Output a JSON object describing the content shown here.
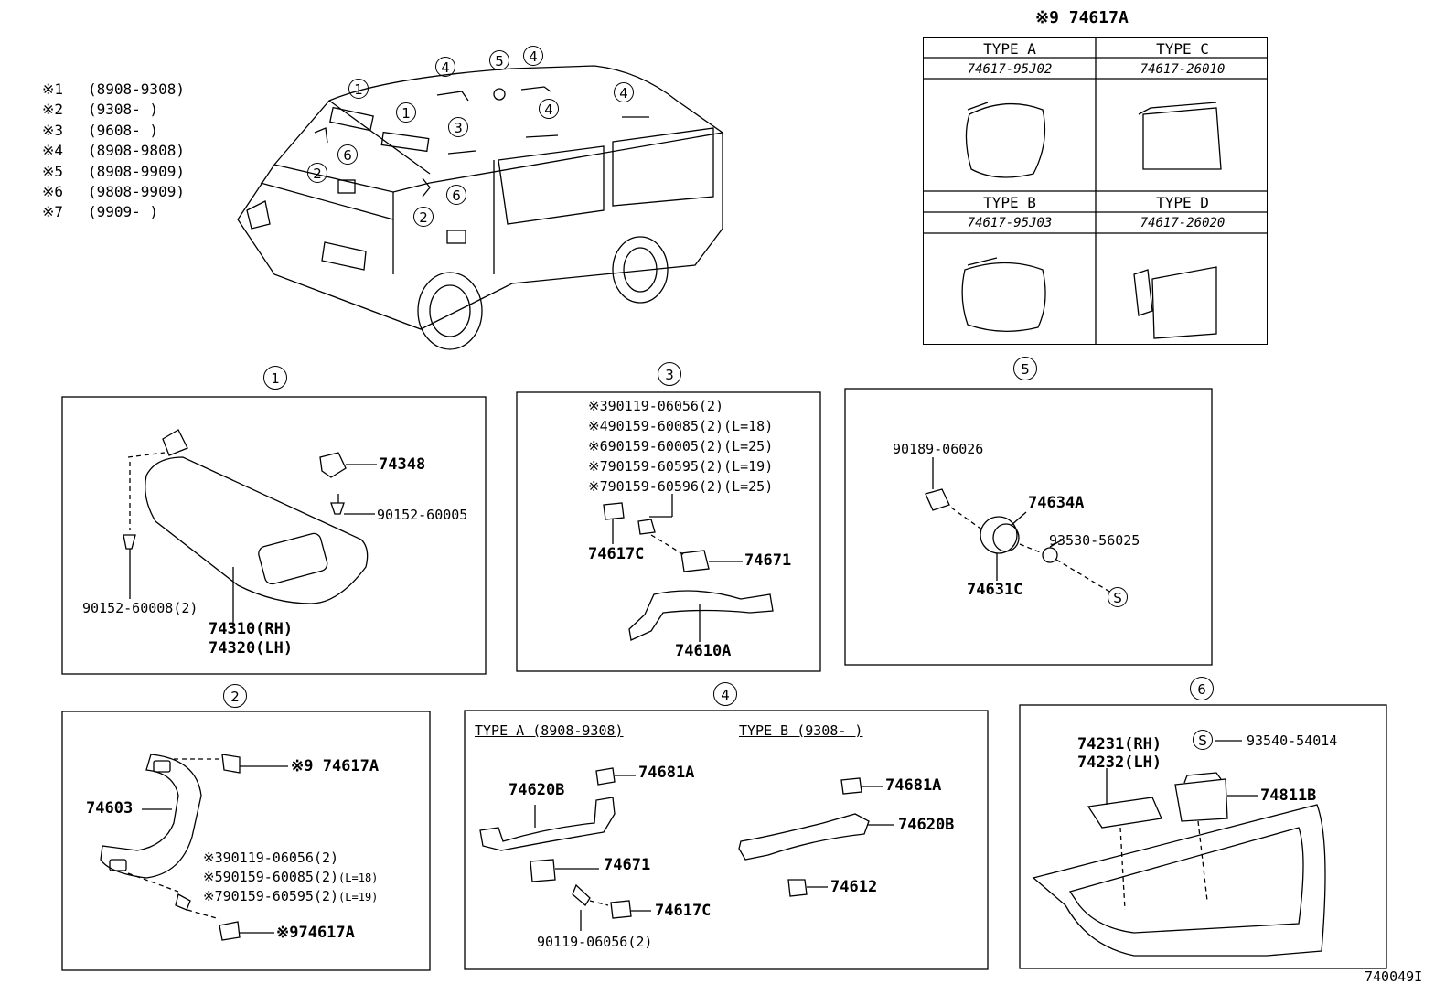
{
  "legend": [
    {
      "mark": "※1",
      "range": "(8908-9308)"
    },
    {
      "mark": "※2",
      "range": "(9308-     )"
    },
    {
      "mark": "※3",
      "range": "(9608-     )"
    },
    {
      "mark": "※4",
      "range": "(8908-9808)"
    },
    {
      "mark": "※5",
      "range": "(8908-9909)"
    },
    {
      "mark": "※6",
      "range": "(9808-9909)"
    },
    {
      "mark": "※7",
      "range": "(9909-     )"
    }
  ],
  "van_callouts": [
    "1",
    "1",
    "2",
    "2",
    "3",
    "4",
    "4",
    "4",
    "4",
    "5",
    "6",
    "6"
  ],
  "type_table": {
    "title": "※9 74617A",
    "cells": [
      {
        "type": "TYPE A",
        "part": "74617-95J02"
      },
      {
        "type": "TYPE C",
        "part": "74617-26010"
      },
      {
        "type": "TYPE B",
        "part": "74617-95J03"
      },
      {
        "type": "TYPE D",
        "part": "74617-26020"
      }
    ]
  },
  "sections": {
    "s1": {
      "num": "1",
      "labels": {
        "a": "74348",
        "b": "90152-60005",
        "c": "90152-60008(2)",
        "d": "74310(RH)",
        "e": "74320(LH)"
      }
    },
    "s3": {
      "num": "3",
      "lines": [
        {
          "mark": "※3",
          "part": "90119-06056(2)",
          "note": ""
        },
        {
          "mark": "※4",
          "part": "90159-60085(2)",
          "note": "(L=18)"
        },
        {
          "mark": "※6",
          "part": "90159-60005(2)",
          "note": "(L=25)"
        },
        {
          "mark": "※7",
          "part": "90159-60595(2)",
          "note": "(L=19)"
        },
        {
          "mark": "※7",
          "part": "90159-60596(2)",
          "note": "(L=25)"
        }
      ],
      "labels": {
        "a": "74617C",
        "b": "74671",
        "c": "74610A"
      }
    },
    "s5": {
      "num": "5",
      "labels": {
        "a": "90189-06026",
        "b": "74634A",
        "c": "93530-56025",
        "d": "74631C",
        "s": "S"
      }
    },
    "s2": {
      "num": "2",
      "labels": {
        "a": "※9  74617A",
        "b": "74603",
        "c1": "※3",
        "c1p": "90119-06056(2)",
        "c2": "※5",
        "c2p": "90159-60085(2)",
        "c2n": "(L=18)",
        "c3": "※7",
        "c3p": "90159-60595(2)",
        "c3n": "(L=19)",
        "d": "※974617A"
      }
    },
    "s4": {
      "num": "4",
      "typeA": "TYPE A (8908-9308)",
      "typeB": "TYPE B (9308-    )",
      "labels": {
        "a1": "74681A",
        "a2": "74620B",
        "a3": "74671",
        "a4": "74617C",
        "a5": "90119-06056(2)",
        "b1": "74681A",
        "b2": "74620B",
        "b3": "74612"
      }
    },
    "s6": {
      "num": "6",
      "labels": {
        "a": "74231(RH)",
        "b": "74232(LH)",
        "s": "S",
        "c": "93540-54014",
        "d": "74811B"
      }
    }
  },
  "figure_id": "740049I"
}
